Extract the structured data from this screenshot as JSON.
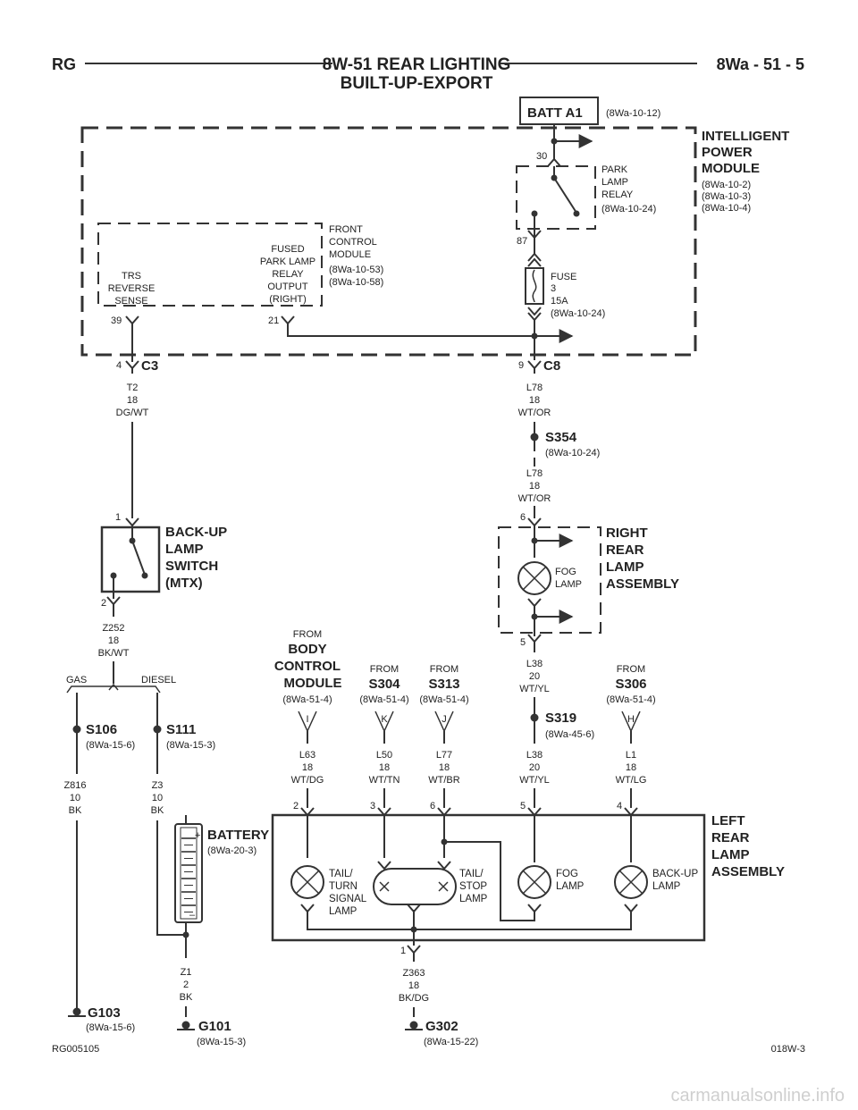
{
  "header": {
    "left_code": "RG",
    "title_line1": "8W-51 REAR LIGHTING",
    "title_line2": "BUILT-UP-EXPORT",
    "page_ref": "8Wa - 51 - 5"
  },
  "batt": {
    "label": "BATT A1",
    "ref": "(8Wa-10-12)"
  },
  "ipm": {
    "name_lines": [
      "INTELLIGENT",
      "POWER",
      "MODULE"
    ],
    "refs": [
      "(8Wa-10-2)",
      "(8Wa-10-3)",
      "(8Wa-10-4)"
    ],
    "pin_in": "30",
    "pin_out": "87",
    "relay_lines": [
      "PARK",
      "LAMP",
      "RELAY"
    ],
    "relay_ref": "(8Wa-10-24)",
    "fuse_lines": [
      "FUSE",
      "3",
      "15A"
    ],
    "fuse_ref": "(8Wa-10-24)"
  },
  "fcm": {
    "name_lines": [
      "FRONT",
      "CONTROL",
      "MODULE"
    ],
    "refs": [
      "(8Wa-10-53)",
      "(8Wa-10-58)"
    ],
    "trs_lines": [
      "TRS",
      "REVERSE",
      "SENSE"
    ],
    "trs_pin": "39",
    "fused_lines": [
      "FUSED",
      "PARK LAMP",
      "RELAY",
      "OUTPUT",
      "(RIGHT)"
    ],
    "fused_pin": "21"
  },
  "connectors": {
    "c3": {
      "pin": "4",
      "name": "C3"
    },
    "c8": {
      "pin": "9",
      "name": "C8"
    }
  },
  "wires": {
    "t2": [
      "T2",
      "18",
      "DG/WT"
    ],
    "l78_a": [
      "L78",
      "18",
      "WT/OR"
    ],
    "l78_b": [
      "L78",
      "18",
      "WT/OR"
    ],
    "z252": [
      "Z252",
      "18",
      "BK/WT"
    ],
    "z816": [
      "Z816",
      "10",
      "BK"
    ],
    "z3": [
      "Z3",
      "10",
      "BK"
    ],
    "z1": [
      "Z1",
      "2",
      "BK"
    ],
    "l38_a": [
      "L38",
      "20",
      "WT/YL"
    ],
    "l38_b": [
      "L38",
      "20",
      "WT/YL"
    ],
    "l63": [
      "L63",
      "18",
      "WT/DG"
    ],
    "l50": [
      "L50",
      "18",
      "WT/TN"
    ],
    "l77": [
      "L77",
      "18",
      "WT/BR"
    ],
    "l1": [
      "L1",
      "18",
      "WT/LG"
    ],
    "z363": [
      "Z363",
      "18",
      "BK/DG"
    ]
  },
  "splices": {
    "s354": {
      "name": "S354",
      "ref": "(8Wa-10-24)"
    },
    "s106": {
      "name": "S106",
      "ref": "(8Wa-15-6)"
    },
    "s111": {
      "name": "S111",
      "ref": "(8Wa-15-3)"
    },
    "s319": {
      "name": "S319",
      "ref": "(8Wa-45-6)"
    }
  },
  "backup_switch": {
    "name_lines": [
      "BACK-UP",
      "LAMP",
      "SWITCH",
      "(MTX)"
    ],
    "pin1": "1",
    "pin2": "2"
  },
  "options": {
    "gas": "GAS",
    "diesel": "DIESEL"
  },
  "right_rear": {
    "name_lines": [
      "RIGHT",
      "REAR",
      "LAMP",
      "ASSEMBLY"
    ],
    "pin_top": "6",
    "pin_bottom": "5",
    "lamp_lines": [
      "FOG",
      "LAMP"
    ]
  },
  "from": {
    "bcm": {
      "from": "FROM",
      "name_lines": [
        "BODY",
        "CONTROL",
        "MODULE"
      ],
      "ref": "(8Wa-51-4)",
      "pin": "I"
    },
    "s304": {
      "from": "FROM",
      "name": "S304",
      "ref": "(8Wa-51-4)",
      "pin": "K"
    },
    "s313": {
      "from": "FROM",
      "name": "S313",
      "ref": "(8Wa-51-4)",
      "pin": "J"
    },
    "s306": {
      "from": "FROM",
      "name": "S306",
      "ref": "(8Wa-51-4)",
      "pin": "H"
    }
  },
  "battery": {
    "name": "BATTERY",
    "ref": "(8Wa-20-3)",
    "plus": "+",
    "minus": "–"
  },
  "left_rear": {
    "name_lines": [
      "LEFT",
      "REAR",
      "LAMP",
      "ASSEMBLY"
    ],
    "pins": [
      "2",
      "3",
      "6",
      "5",
      "4"
    ],
    "ground_pin": "1",
    "lamp1_lines": [
      "TAIL/",
      "TURN",
      "SIGNAL",
      "LAMP"
    ],
    "lamp2_lines": [
      "TAIL/",
      "STOP",
      "LAMP"
    ],
    "lamp3_lines": [
      "FOG",
      "LAMP"
    ],
    "lamp4_lines": [
      "BACK-UP",
      "LAMP"
    ]
  },
  "grounds": {
    "g103": {
      "name": "G103",
      "ref": "(8Wa-15-6)"
    },
    "g101": {
      "name": "G101",
      "ref": "(8Wa-15-3)"
    },
    "g302": {
      "name": "G302",
      "ref": "(8Wa-15-22)"
    }
  },
  "footer": {
    "left": "RG005105",
    "right": "018W-3"
  },
  "watermark": "carmanualsonline.info"
}
